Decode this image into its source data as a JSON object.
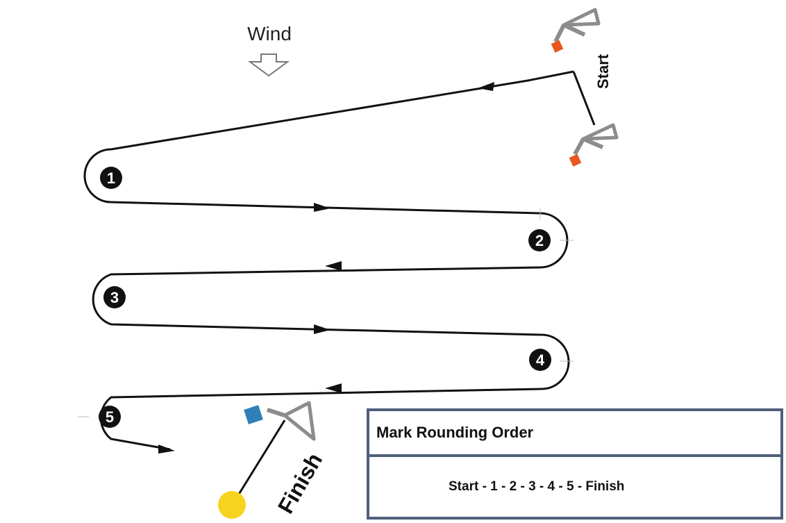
{
  "wind": {
    "label": "Wind"
  },
  "start": {
    "label": "Start"
  },
  "finish": {
    "label": "Finish"
  },
  "marks": [
    "1",
    "2",
    "3",
    "4",
    "5"
  ],
  "rounding_order": {
    "title": "Mark Rounding Order",
    "sequence": "Start - 1 - 2 - 3 - 4 - 5 - Finish"
  },
  "colors": {
    "course_line": "#111111",
    "flag_pole": "#8c8c8c",
    "start_flag": "#e8571e",
    "finish_flag": "#2f7fb8",
    "finish_buoy": "#f6d31f",
    "table_border": "#4f5f7a"
  }
}
